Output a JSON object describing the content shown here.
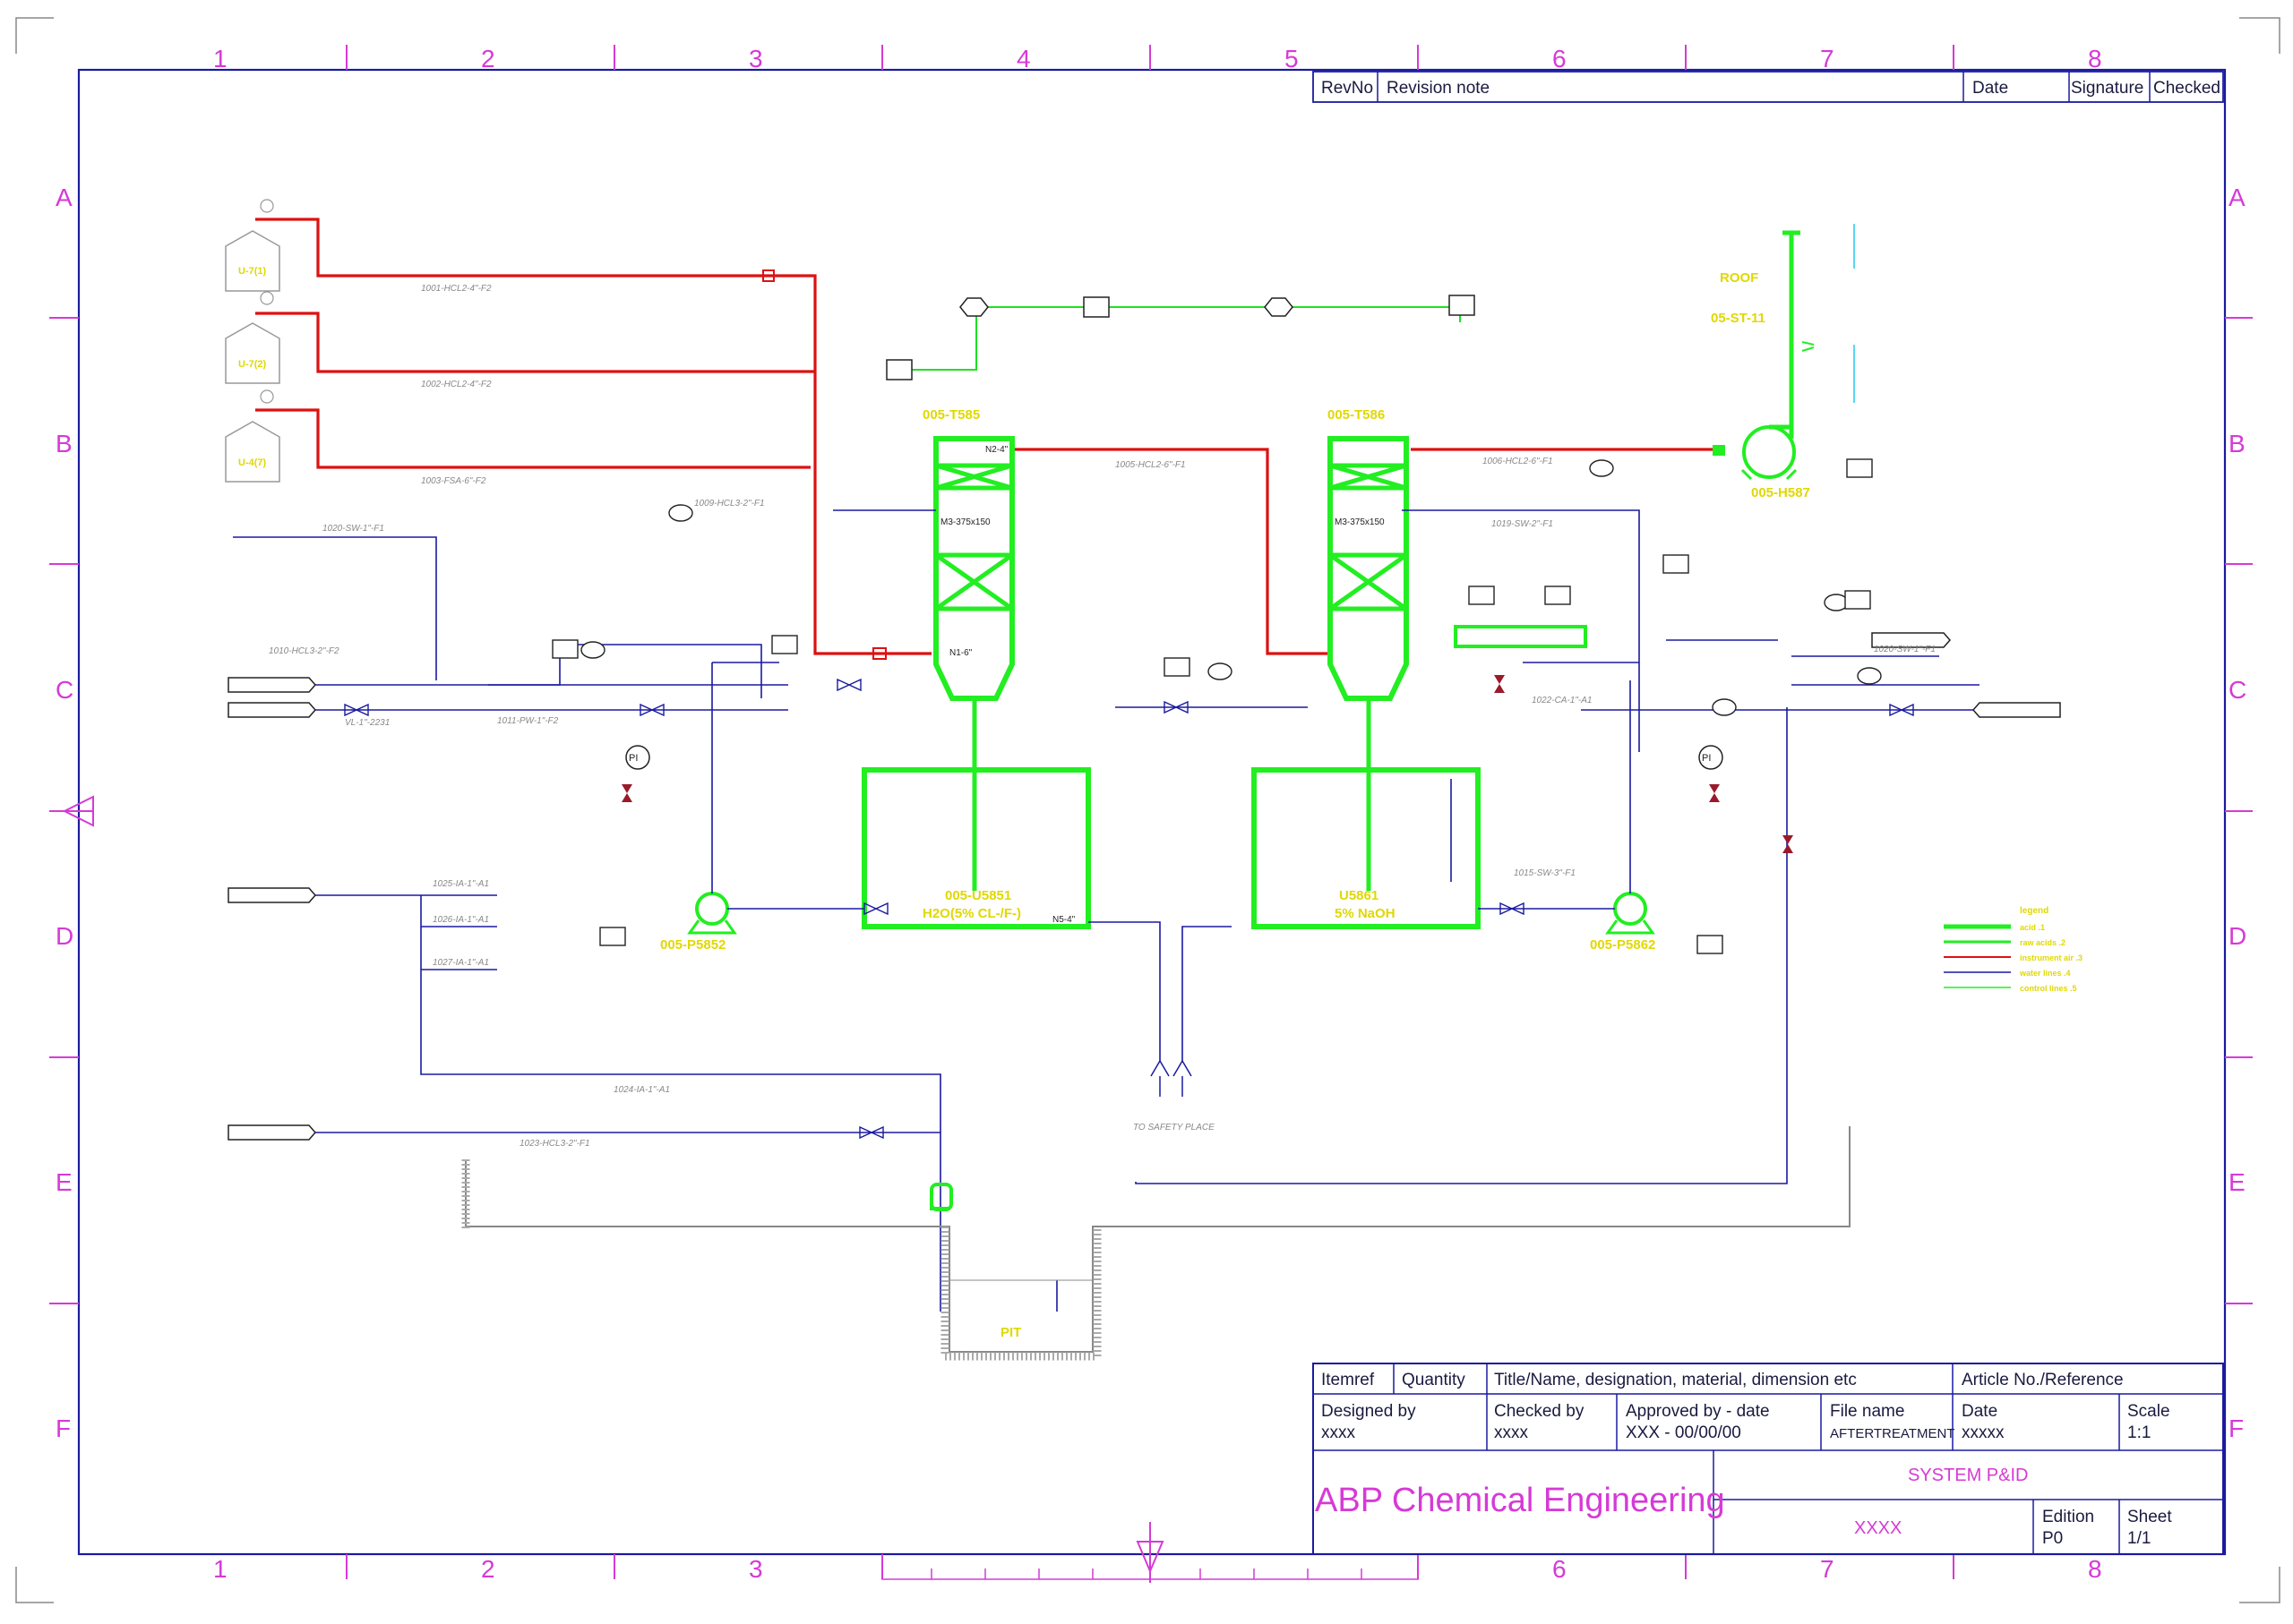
{
  "grid": {
    "columns": [
      "1",
      "2",
      "3",
      "4",
      "5",
      "6",
      "7",
      "8"
    ],
    "rows": [
      "A",
      "B",
      "C",
      "D",
      "E",
      "F"
    ]
  },
  "revision_table": {
    "rev_no": "RevNo",
    "revision_note": "Revision note",
    "date": "Date",
    "signature": "Signature",
    "checked": "Checked"
  },
  "title_block": {
    "itemref": "Itemref",
    "quantity": "Quantity",
    "title_header": "Title/Name, designation, material, dimension etc",
    "article": "Article No./Reference",
    "designed_by_label": "Designed by",
    "designed_by_value": "xxxx",
    "checked_by_label": "Checked by",
    "checked_by_value": "xxxx",
    "approved_label": "Approved by - date",
    "approved_value": "XXX - 00/00/00",
    "file_name_label": "File name",
    "file_name_value": "AFTERTREATMENT",
    "date_label": "Date",
    "date_value": "xxxxx",
    "scale_label": "Scale",
    "scale_value": "1:1",
    "company": "ABP Chemical Engineering",
    "drawing_title": "SYSTEM P&ID",
    "drawing_no": "XXXX",
    "edition_label": "Edition",
    "edition_value": "P0",
    "sheet_label": "Sheet",
    "sheet_value": "1/1"
  },
  "equipment": {
    "tank1": "U-7(1)",
    "tank2": "U-7(2)",
    "tank3": "U-4(7)",
    "column1": "005-T585",
    "column2": "005-T586",
    "vessel1_tag": "005-U5851",
    "vessel1_content": "H2O(5% CL-/F-)",
    "vessel2_tag": "U5861",
    "vessel2_content": "5% NaOH",
    "pump1": "005-P5852",
    "pump2": "005-P5862",
    "fan": "005-H587",
    "stack_roof": "ROOF",
    "stack_tag": "05-ST-11",
    "pit": "PIT",
    "to_safety": "TO SAFETY PLACE",
    "pi": "PI"
  },
  "line_labels": {
    "l1001": "1001-HCL2-4\"-F2",
    "l1002": "1002-HCL2-4\"-F2",
    "l1003": "1003-FSA-6\"-F2",
    "l1005": "1005-HCL2-6\"-F1",
    "l1006": "1006-HCL2-6\"-F1",
    "l1020": "1020-SW-1\"-F1",
    "l1010": "1010-HCL3-2\"-F2",
    "l1011": "1011-PW-1\"-F2",
    "l1009": "1009-HCL3-2\"-F1",
    "l1019": "1019-SW-2\"-F1",
    "l1022": "1022-CA-1\"-A1",
    "l1025": "1025-IA-1\"-A1",
    "l1026": "1026-IA-1\"-A1",
    "l1027": "1027-IA-1\"-A1",
    "l1024": "1024-IA-1\"-A1",
    "l1023": "1023-HCL3-2\"-F1",
    "l1015": "1015-SW-3\"-F1",
    "l1020b": "1020-SW-1\"-F1",
    "vl": "VL-1\"-2231"
  },
  "legend": {
    "title": "legend",
    "items": [
      "acid  .1",
      "raw acids  .2",
      "instrument air .3",
      "water lines  .4",
      "control lines  .5"
    ]
  },
  "colors": {
    "frame": "#1a1aa0",
    "grid_text": "#d63ad6",
    "process_main": "#22ee22",
    "acid_line": "#dd1111",
    "utility_line": "#1a1aa0",
    "labels": "#e0d800"
  }
}
